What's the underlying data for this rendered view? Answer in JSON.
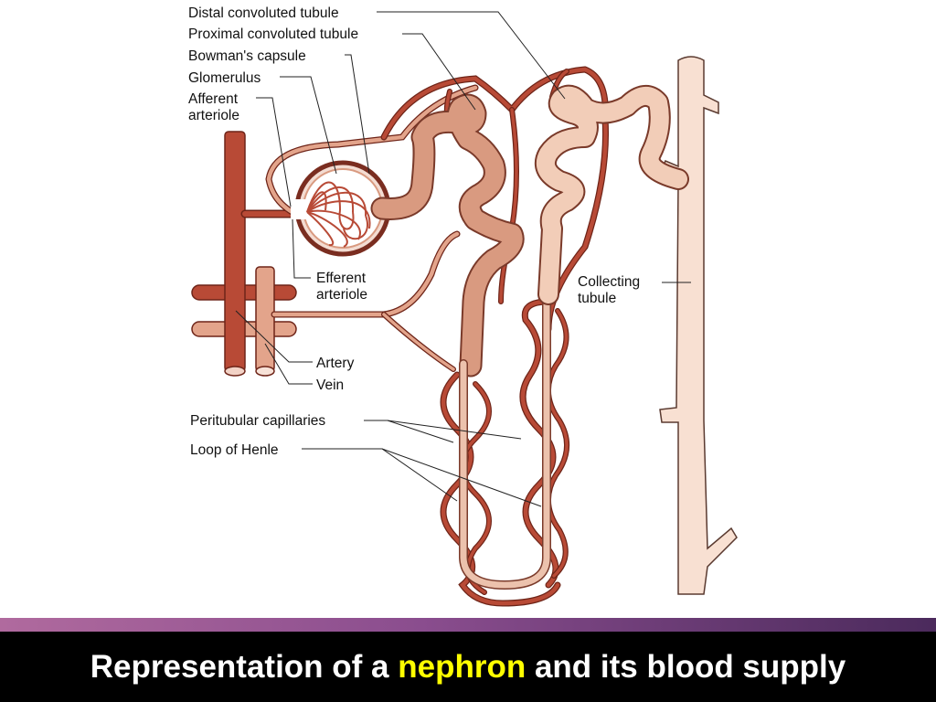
{
  "labels": {
    "distal": "Distal convoluted tubule",
    "proximal": "Proximal convoluted tubule",
    "bowman": "Bowman's  capsule",
    "glomerulus": "Glomerulus",
    "afferent_1": "Afferent",
    "afferent_2": "arteriole",
    "efferent_1": "Efferent",
    "efferent_2": "arteriole",
    "collecting_1": "Collecting",
    "collecting_2": "tubule",
    "artery": "Artery",
    "vein": "Vein",
    "peritubular": "Peritubular capillaries",
    "loop": "Loop of Henle"
  },
  "caption": {
    "before": "Representation of a ",
    "highlight": "nephron",
    "after": " and its blood supply"
  },
  "colors": {
    "artery": "#b84a36",
    "vessel_outline": "#6e2418",
    "vein": "#e3a48b",
    "tubule": "#d99a80",
    "tubule_light": "#f2cdb8",
    "collecting": "#f8e0d2",
    "caption_highlight": "#ffff00"
  }
}
